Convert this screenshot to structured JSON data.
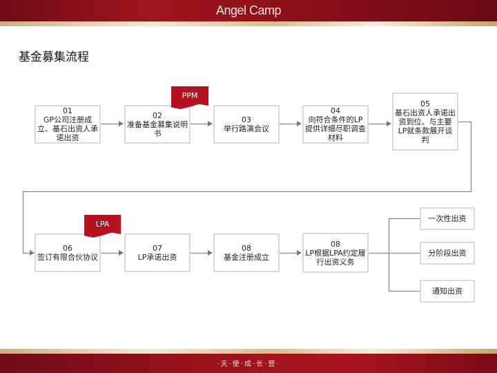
{
  "header": {
    "brand": "Angel Camp"
  },
  "footer": {
    "slogan": "·天·使·成·长·营·"
  },
  "page_title": "基金募集流程",
  "flags": {
    "ppm": "PPM",
    "lpa": "LPA"
  },
  "steps": [
    {
      "num": "01",
      "text": "GP公司注册成立、基石出资人承诺出资"
    },
    {
      "num": "02",
      "text": "准备基金募集说明书"
    },
    {
      "num": "03",
      "text": "举行路演会议"
    },
    {
      "num": "04",
      "text": "向符合条件的LP提供详细尽职调查材料"
    },
    {
      "num": "05",
      "text": "基石出资人承诺出资到位、与主要LP就条款展开谈判"
    },
    {
      "num": "06",
      "text": "签订有限合伙协议"
    },
    {
      "num": "07",
      "text": "LP承诺出资"
    },
    {
      "num": "08",
      "text": "基金注册成立"
    },
    {
      "num": "08",
      "text": "LP根据LPA约定履行出资义务"
    }
  ],
  "options": [
    "一次性出资",
    "分阶段出资",
    "通知出资"
  ]
}
